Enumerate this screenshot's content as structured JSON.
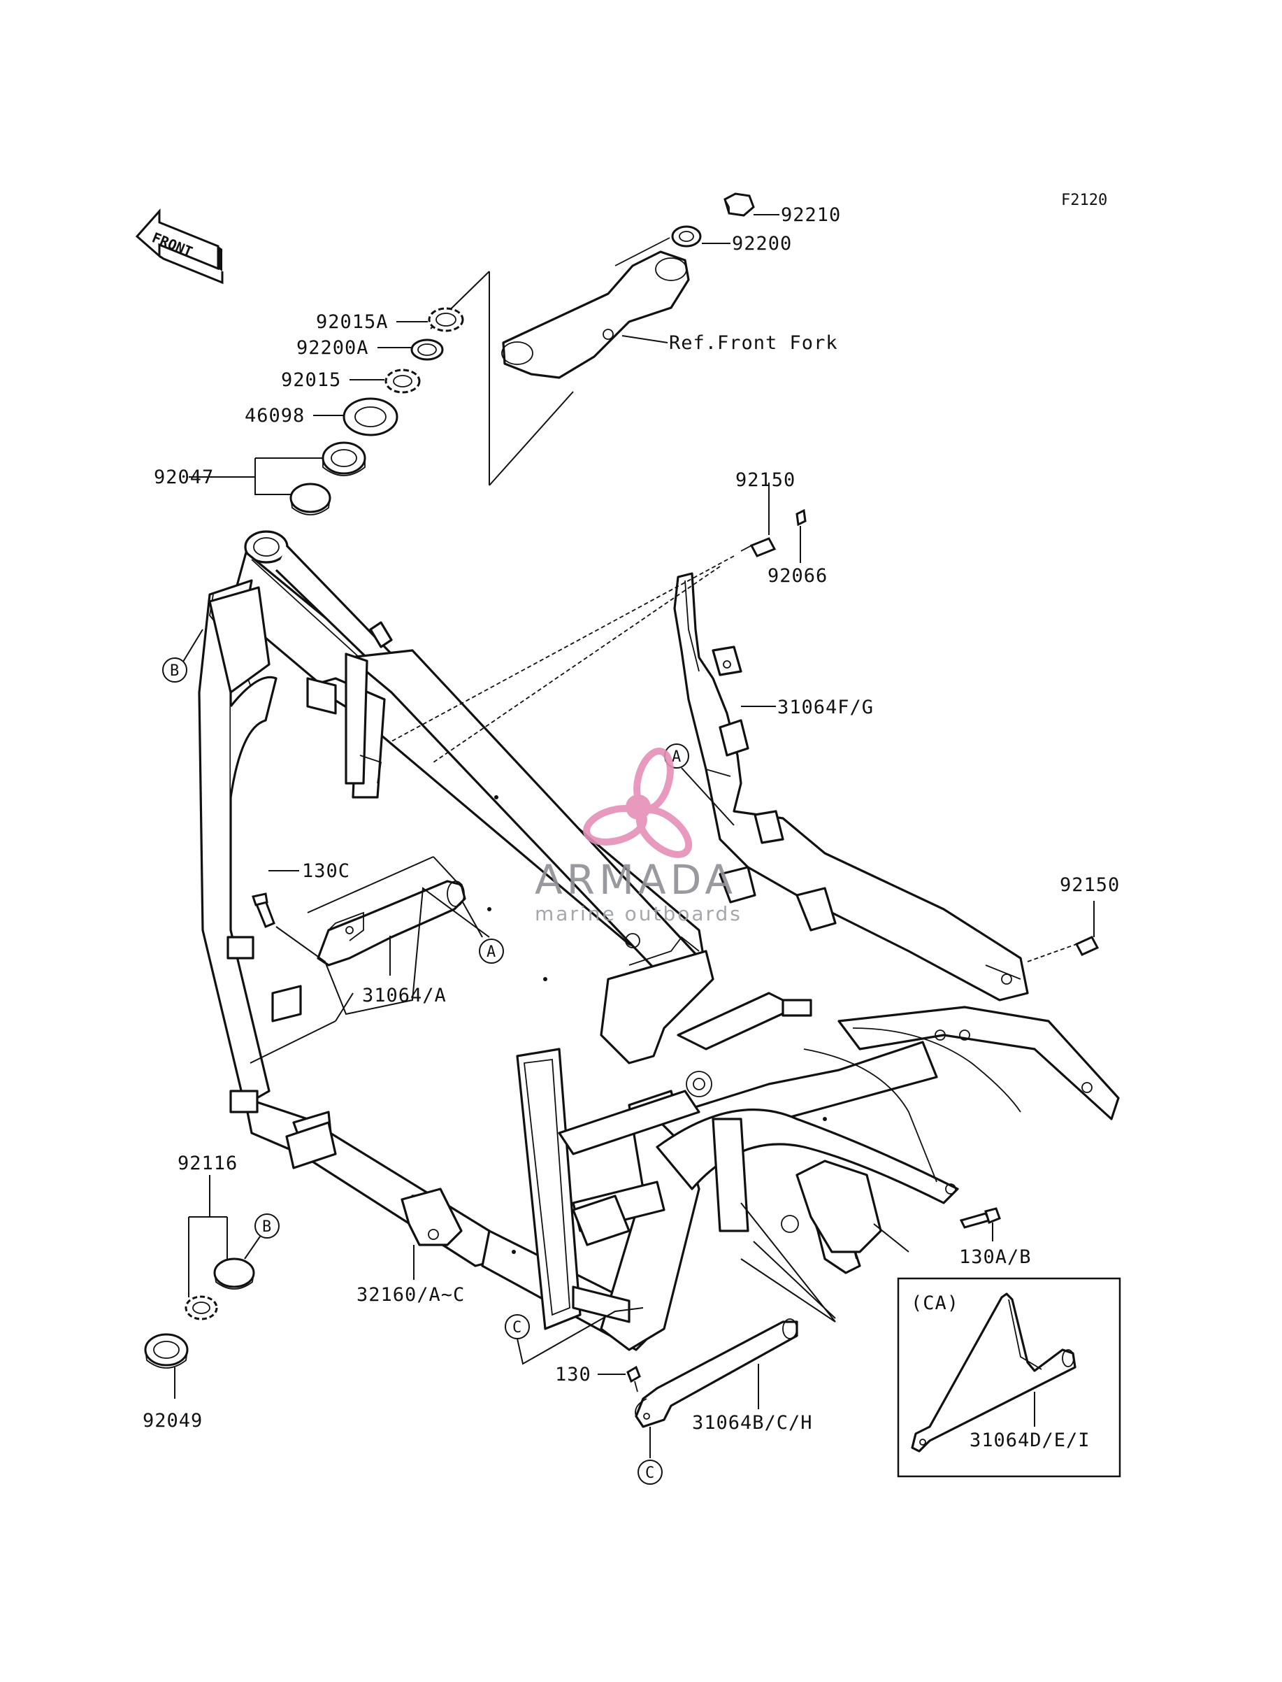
{
  "figure_code": "F2120",
  "front_label": "FRONT",
  "part_labels": {
    "p92210": "92210",
    "p92200": "92200",
    "ref_front_fork": "Ref.Front Fork",
    "p92015A": "92015A",
    "p92200A": "92200A",
    "p92015": "92015",
    "p46098": "46098",
    "p92047": "92047",
    "p92150_top": "92150",
    "p92066": "92066",
    "p31064FG": "31064F/G",
    "p92150_right": "92150",
    "p130C": "130C",
    "p31064A": "31064/A",
    "p92116": "92116",
    "p92049": "92049",
    "p32160": "32160/A~C",
    "p130": "130",
    "p31064BCH": "31064B/C/H",
    "p130AB": "130A/B",
    "p31064DEI": "31064D/E/I",
    "ca": "(CA)"
  },
  "callouts": {
    "A": "A",
    "B": "B",
    "C": "C"
  },
  "watermark": {
    "brand": "ARMADA",
    "tagline": "marine outboards",
    "accent_color": "#e58fb7"
  }
}
